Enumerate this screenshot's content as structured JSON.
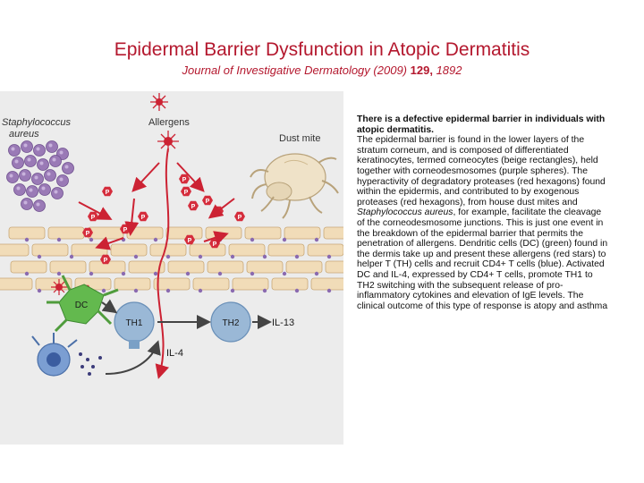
{
  "header": {
    "title": "Epidermal Barrier Dysfunction in Atopic Dermatitis",
    "journal": "Journal of Investigative Dermatology",
    "year": "(2009)",
    "volume": "129,",
    "page": "1892"
  },
  "figure": {
    "labels": {
      "staph_line1": "Staphylococcus",
      "staph_line2": "aureus",
      "allergens": "Allergens",
      "dust_mite": "Dust mite",
      "protease": "P",
      "dc": "DC",
      "th1": "TH1",
      "th2": "TH2",
      "il4": "IL-4",
      "il13": "IL-13"
    },
    "colors": {
      "panel": "#ececec",
      "corneocyte": "#f1dcb8",
      "corneocyte_edge": "#c9a877",
      "protease": "#d52d3c",
      "staph": "#9a7ab6",
      "dc": "#63b94e",
      "t_cell": "#9ab8d6",
      "allergen": "#cc2233"
    }
  },
  "caption": {
    "heading": "There is a defective epidermal barrier in individuals with atopic dermatitis.",
    "p1": " The epidermal barrier is found in the lower layers of the stratum corneum, and is composed of differentiated keratinocytes, termed corneocytes (beige rectangles), held together with corneodesmosomes (purple spheres). The hyperactivity of degradatory proteases (red hexagons) found within the epidermis, and contributed to by exogenous proteases (red hexagons), from house dust mites and ",
    "p1_italic": "Staphylococcus aureus",
    "p2": ", for example, facilitate the cleavage of the corneodesmosome junctions. This is just one event in the breakdown of the epidermal barrier that permits the penetration of allergens. Dendritic cells (DC) (green) found in the dermis take up and present these allergens (red stars) to helper T (TH) cells and recruit CD4+ T cells (blue). Activated DC and IL-4, expressed by CD4+ T cells, promote TH1 to TH2 switching with the subsequent release of pro-inflammatory cytokines and elevation of IgE levels. The clinical outcome of this type of response is atopy and asthma"
  }
}
